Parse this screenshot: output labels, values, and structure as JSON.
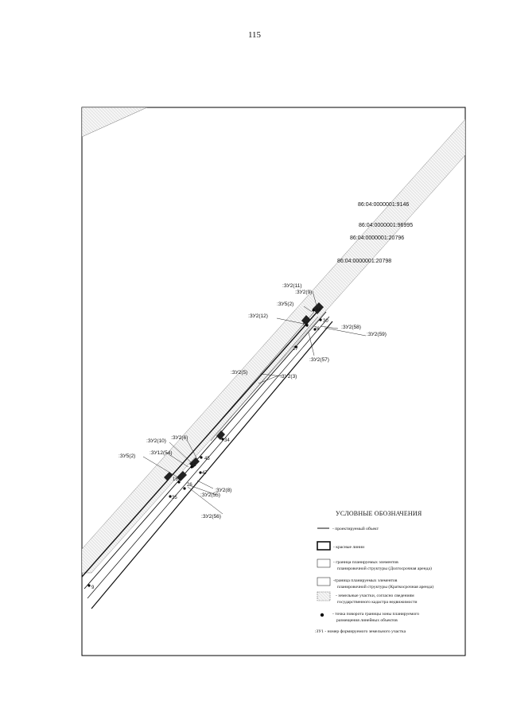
{
  "page": {
    "number": "115"
  },
  "map": {
    "cadastral_labels": [
      "86:04:0000001:9146",
      "86:04:0000001:96995",
      "86:04:0000001:20796",
      "86:04:0000001:20798"
    ],
    "plot_labels": [
      ":ЗУ2(11)",
      ":ЗУ2(9)",
      ":ЗУ5(2)",
      ":ЗУ2(12)",
      ":ЗУ2(58)",
      ":ЗУ2(59)",
      ":ЗУ2(57)",
      ":ЗУ2(5)",
      ":ЗУ2(3)",
      ":ЗУ2(10)",
      ":ЗУ2(6)",
      ":ЗУ12(54)",
      ":ЗУ5(2)",
      ":ЗУ2(8)",
      ":ЗУ2(55)",
      ":ЗУ2(56)"
    ],
    "point_labels": [
      "64",
      "30",
      "63",
      "76",
      "27",
      "34",
      "45",
      "51",
      "47",
      "16",
      "26",
      "35",
      "9"
    ],
    "colors": {
      "line": "#111111",
      "hatch": "#8a8a8a",
      "frame": "#000000"
    }
  },
  "legend": {
    "title": "УСЛОВНЫЕ ОБОЗНАЧЕНИЯ",
    "items": [
      {
        "symbol": "line-icon",
        "lines": [
          "- проектируемый объект"
        ]
      },
      {
        "symbol": "red-line-box-icon",
        "lines": [
          "- красные линии"
        ]
      },
      {
        "symbol": "boundary-box-icon",
        "lines": [
          "- граница планируемых элементов",
          "планировочной структуры (Долгосрочная аренда)"
        ]
      },
      {
        "symbol": "boundary-box-icon",
        "lines": [
          "-граница планируемых элементов",
          "планировочной структуры (Краткосрочная аренда)"
        ]
      },
      {
        "symbol": "hatched-box-icon",
        "lines": [
          "- земельные участки, согласно сведениям",
          "государственного кадастра недвижимости"
        ]
      },
      {
        "symbol": "dot-icon",
        "lines": [
          "- точка поворота границы зоны планируемого",
          "размещения линейных объектов"
        ]
      },
      {
        "symbol": "text-label",
        "lines": [
          ":ЗУ1 - номер формируемого земельного участка"
        ]
      }
    ]
  }
}
